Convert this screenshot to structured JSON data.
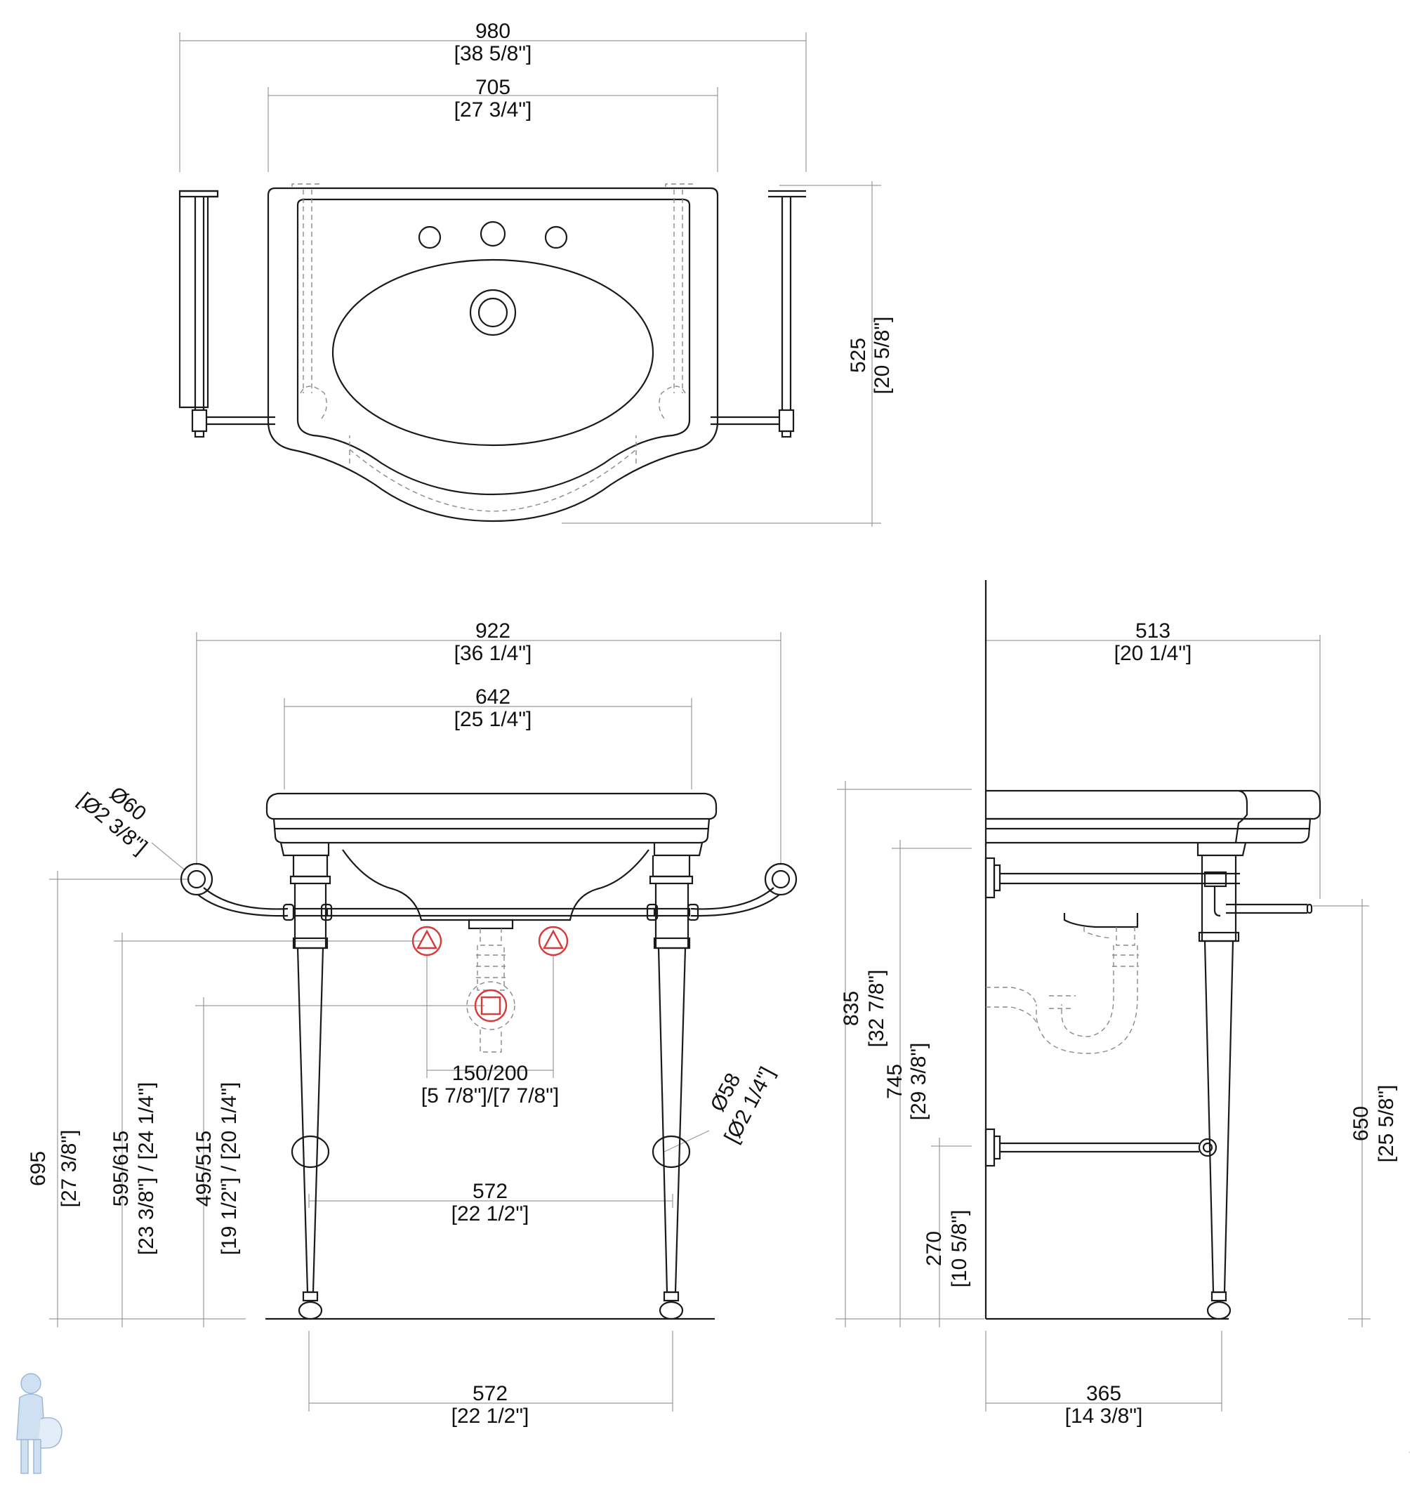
{
  "top_view": {
    "overall_width": {
      "mm": "980",
      "inch": "[38 5/8\"]"
    },
    "basin_width": {
      "mm": "705",
      "inch": "[27 3/4\"]"
    },
    "depth": {
      "mm": "525",
      "inch": "[20 5/8\"]"
    }
  },
  "front_view": {
    "overall_width": {
      "mm": "922",
      "inch": "[36 1/4\"]"
    },
    "basin_width": {
      "mm": "642",
      "inch": "[25 1/4\"]"
    },
    "wall_flange": {
      "mm": "Ø60",
      "inch": "[Ø2 3/8\"]"
    },
    "leg_flange": {
      "mm": "Ø58",
      "inch": "[Ø2 1/4\"]"
    },
    "supply_spacing": {
      "mm": "150/200",
      "inch": "[5 7/8\"]/[7 7/8\"]"
    },
    "leg_spacing_upper": {
      "mm": "572",
      "inch": "[22 1/2\"]"
    },
    "leg_spacing_lower": {
      "mm": "572",
      "inch": "[22 1/2\"]"
    },
    "height_rail": {
      "mm": "695",
      "inch": "[27 3/8\"]"
    },
    "height_supply": {
      "mm": "595/615",
      "inch": "[23 3/8\"] / [24 1/4\"]"
    },
    "height_trap": {
      "mm": "495/515",
      "inch": "[19 1/2\"] / [20 1/4\"]"
    }
  },
  "side_view": {
    "depth": {
      "mm": "513",
      "inch": "[20 1/4\"]"
    },
    "leg_depth": {
      "mm": "365",
      "inch": "[14 3/8\"]"
    },
    "height_top": {
      "mm": "835",
      "inch": "[32 7/8\"]"
    },
    "height_bowl": {
      "mm": "745",
      "inch": "[29 3/8\"]"
    },
    "height_shelf": {
      "mm": "270",
      "inch": "[10 5/8\"]"
    },
    "height_rail": {
      "mm": "650",
      "inch": "[25 5/8\"]"
    }
  },
  "colors": {
    "line": "#1a1a1a",
    "dimension": "#9a9a9a",
    "hidden": "#8a8a8a",
    "connection_marker": "#d83a3a"
  },
  "icons": {
    "logo": "plumber-mascot-icon"
  }
}
